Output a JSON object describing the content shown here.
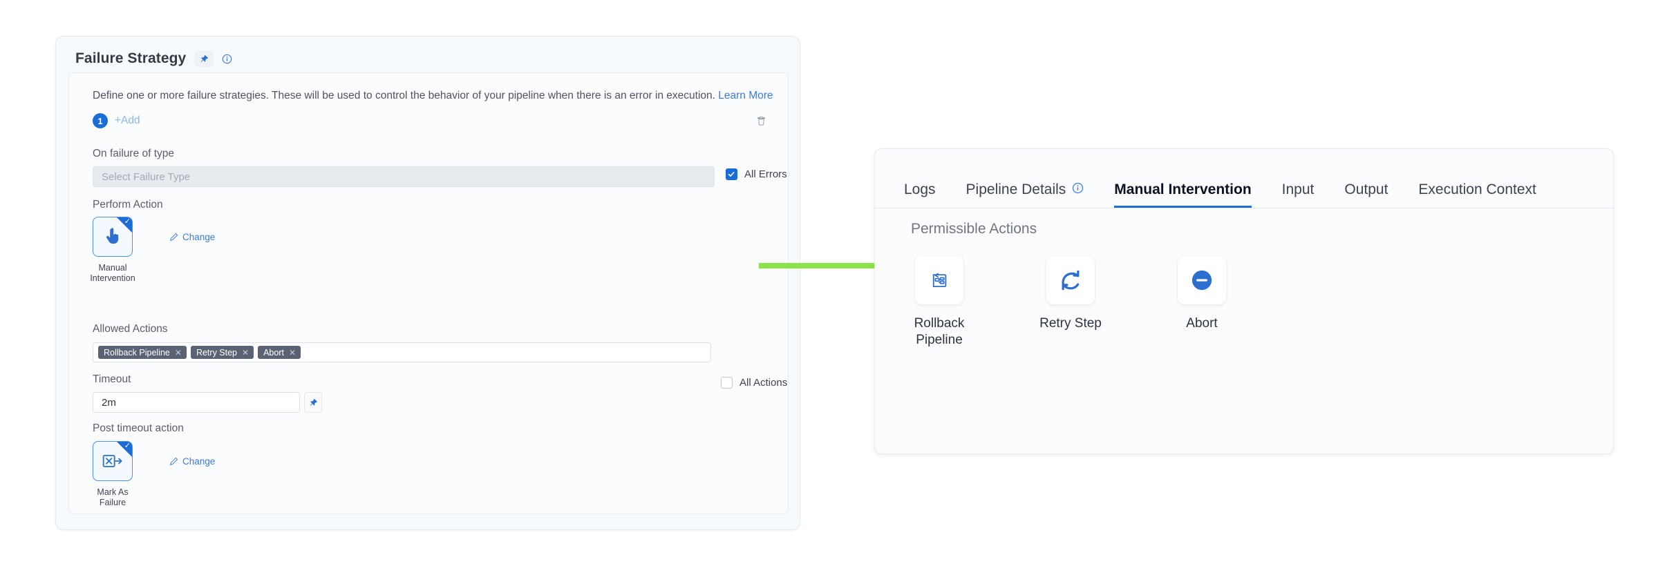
{
  "left_panel": {
    "title": "Failure Strategy",
    "pin_icon": "pin-icon",
    "info_icon": "info-circle-icon",
    "description_text": "Define one or more failure strategies. These will be used to control the behavior of your pipeline when there is an error in execution.",
    "learn_more": "Learn More",
    "strategy_index": "1",
    "add_label": "+Add",
    "delete_icon": "trash-icon",
    "on_failure_label": "On failure of type",
    "failure_type_placeholder": "Select Failure Type",
    "all_errors_label": "All Errors",
    "all_errors_checked": true,
    "perform_action_label": "Perform Action",
    "perform_action_name": "Manual Intervention",
    "perform_action_icon": "hand-pointer-icon",
    "change_label": "Change",
    "change_icon": "pencil-icon",
    "allowed_actions_label": "Allowed Actions",
    "allowed_actions": [
      "Rollback Pipeline",
      "Retry Step",
      "Abort"
    ],
    "chip_remove_icon": "close-icon",
    "all_actions_label": "All Actions",
    "all_actions_checked": false,
    "timeout_label": "Timeout",
    "timeout_value": "2m",
    "timeout_pin_icon": "pin-icon",
    "post_timeout_label": "Post timeout action",
    "post_timeout_name": "Mark As Failure",
    "post_timeout_icon": "mark-as-failure-icon"
  },
  "right_panel": {
    "tabs": [
      {
        "label": "Logs",
        "active": false,
        "has_info": false
      },
      {
        "label": "Pipeline Details",
        "active": false,
        "has_info": true
      },
      {
        "label": "Manual Intervention",
        "active": true,
        "has_info": false
      },
      {
        "label": "Input",
        "active": false,
        "has_info": false
      },
      {
        "label": "Output",
        "active": false,
        "has_info": false
      },
      {
        "label": "Execution Context",
        "active": false,
        "has_info": false
      }
    ],
    "section_title": "Permissible Actions",
    "actions": [
      {
        "label": "Rollback Pipeline",
        "icon": "rollback-pipeline-icon"
      },
      {
        "label": "Retry Step",
        "icon": "retry-refresh-icon"
      },
      {
        "label": "Abort",
        "icon": "abort-minus-circle-icon"
      }
    ]
  },
  "connector": {
    "icon": "green-arrow-icon",
    "color": "#8ce24a"
  },
  "colors": {
    "accent_blue": "#1a6cd6",
    "link_blue": "#3b7ae0",
    "chip_slate": "#5a6274",
    "arrow_green": "#8ce24a"
  }
}
